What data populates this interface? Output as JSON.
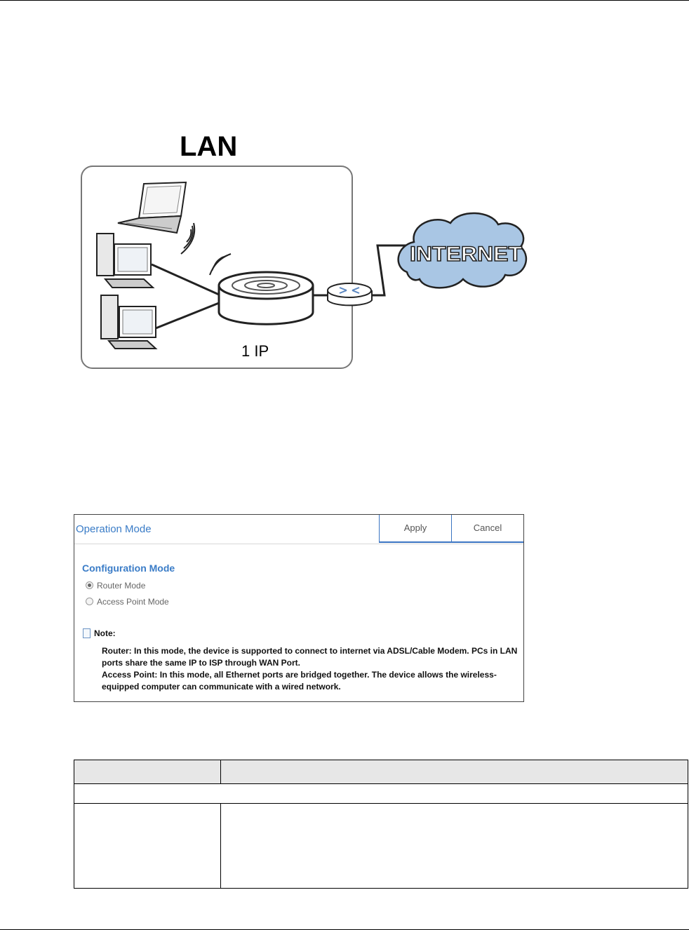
{
  "diagram": {
    "lan_label": "LAN",
    "ip_label": "1 IP",
    "internet_label": "INTERNET"
  },
  "operation_mode": {
    "title": "Operation Mode",
    "apply_label": "Apply",
    "cancel_label": "Cancel",
    "config_title": "Configuration Mode",
    "options": [
      {
        "label": "Router Mode",
        "selected": true
      },
      {
        "label": "Access Point Mode",
        "selected": false
      }
    ],
    "note_label": "Note:",
    "note_lines": [
      "Router: In this mode, the device is supported to connect to internet via ADSL/Cable Modem. PCs in LAN ports share the same IP to ISP through WAN Port.",
      "Access Point: In this mode, all Ethernet ports are bridged together. The device allows the wireless-equipped computer can communicate with a wired network."
    ]
  },
  "table": {
    "header": [
      "",
      ""
    ],
    "section": "",
    "row": [
      "",
      ""
    ]
  },
  "colors": {
    "accent": "#3a7cc7",
    "cloud": "#a9c6e4",
    "header_bg": "#e7e7e7"
  }
}
